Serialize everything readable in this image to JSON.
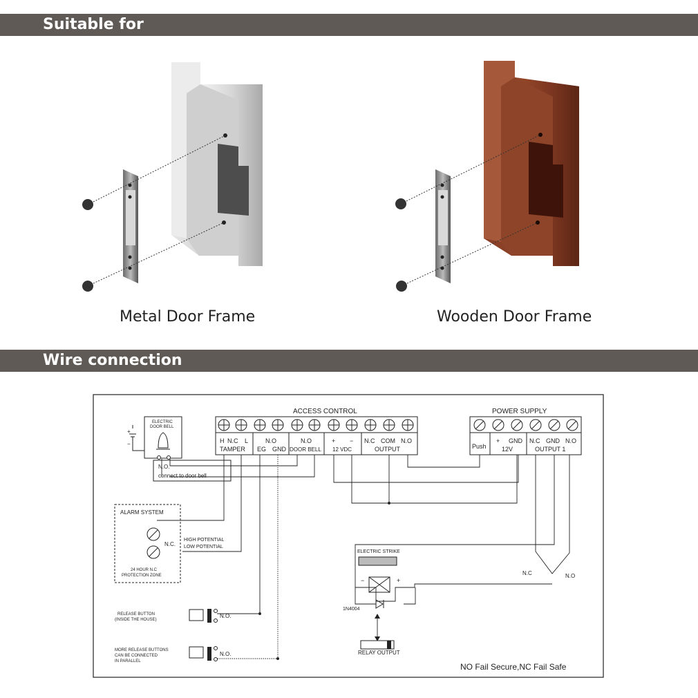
{
  "sections": {
    "suitable_for": "Suitable for",
    "wire_connection": "Wire connection"
  },
  "frames": {
    "metal_caption": "Metal Door Frame",
    "wooden_caption": "Wooden Door Frame"
  },
  "diagram": {
    "access_control_title": "ACCESS CONTROL",
    "power_supply_title": "POWER SUPPLY",
    "ac_labels": {
      "h": "H",
      "nc": "N.C",
      "l": "L",
      "tamper": "TAMPER",
      "no1": "N.O",
      "eg": "EG",
      "gnd": "GND",
      "no2": "N.O",
      "door_bell": "DOOR BELL",
      "plus": "+",
      "minus": "−",
      "vdc": "12 VDC",
      "nc2": "N.C",
      "com": "COM",
      "no3": "N.O",
      "output": "OUTPUT"
    },
    "ps_labels": {
      "push": "Push",
      "plus": "+",
      "gnd": "GND",
      "v12": "12V",
      "nc": "N.C",
      "gnd2": "GND",
      "no": "N.O",
      "output1": "OUTPUT 1"
    },
    "doorbell": {
      "title_line1": "ELECTRIC",
      "title_line2": "DOOR BELL",
      "no": "N.O.",
      "connect": "connect to door bell"
    },
    "alarm": {
      "title": "ALARM SYSTEM",
      "nc": "N.C.",
      "high": "HIGH POTENTIAL",
      "low": "LOW POTENTIAL",
      "zone_line1": "24 HOUR N.C",
      "zone_line2": "PROTECTION ZONE"
    },
    "release1": {
      "line1": "RELEASE BUTTON",
      "line2": "(INSIDE THE HOUSE)",
      "no": "N.O."
    },
    "release2": {
      "line1": "MORE RELEASE BUTTONS",
      "line2": "CAN BE CONNECTED",
      "line3": "IN PARALLEL",
      "no": "N.O."
    },
    "strike": {
      "title": "ELECTRIC STRIKE",
      "minus": "−",
      "plus": "+",
      "diode": "1N4004",
      "relay": "RELAY OUTPUT",
      "nc": "N.C",
      "no": "N.O"
    },
    "footer_note": "NO Fail Secure,NC Fail Safe"
  },
  "colors": {
    "header_bar": "#5f5a55",
    "metal": "#c9c9c9",
    "wood": "#7b3a22"
  }
}
